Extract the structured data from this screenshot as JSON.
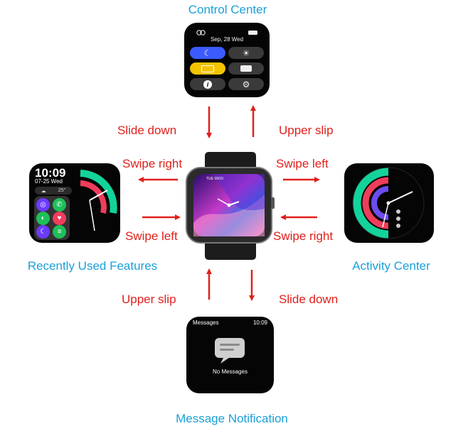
{
  "views": {
    "control_center": "Control Center",
    "recent": "Recently Used Features",
    "activity": "Activity Center",
    "message": "Message Notification"
  },
  "gestures": {
    "to_control_center": "Slide down",
    "from_control_center": "Upper slip",
    "left_out": "Swipe right",
    "left_back": "Swipe left",
    "right_out": "Swipe left",
    "right_back": "Swipe right",
    "to_message": "Upper slip",
    "from_message": "Slide down"
  },
  "control_center_screen": {
    "date": "Sep, 28  Wed",
    "toggles": [
      "moon-icon",
      "brightness-icon",
      "battery-icon",
      "id-card-icon",
      "info-icon",
      "gear-icon"
    ],
    "active_color": "#3b5bff",
    "battery_color": "#f5c400"
  },
  "watch_screen": {
    "status": "TUE 09/10",
    "wallpaper_colors": [
      "#2a0d6e",
      "#c43ac9",
      "#1e7bf0",
      "#ff8fbf"
    ]
  },
  "recent_screen": {
    "time": "10:09",
    "date": "07-25 Wed",
    "temperature": "25°"
  },
  "message_screen": {
    "header": "Messages",
    "time": "10:09",
    "empty_text": "No Messages"
  },
  "colors": {
    "title": "#1aa0d8",
    "arrow": "#e0201b",
    "ring_green": "#13d39a",
    "ring_red": "#ef3d5c",
    "ring_purple": "#6d4cf0"
  }
}
